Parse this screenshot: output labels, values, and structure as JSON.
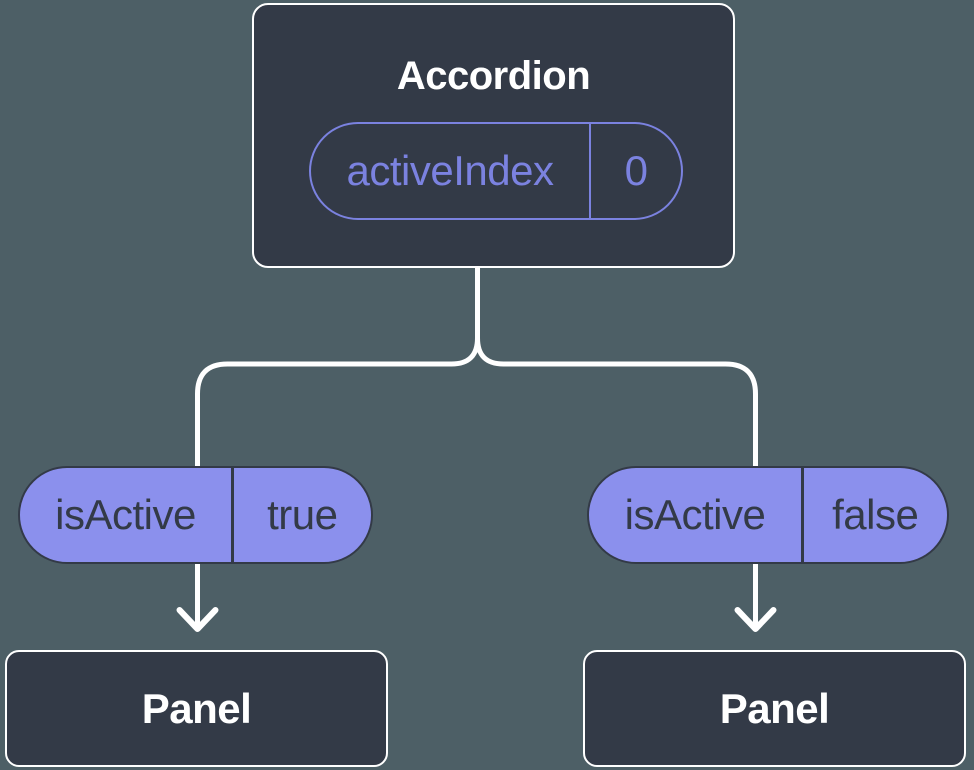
{
  "colors": {
    "background": "#4D5F66",
    "node_dark": "#333A47",
    "node_border": "#FFFFFF",
    "purple_fill": "#8B90ED",
    "purple_outline": "#7B82E0",
    "dark_text": "#333A47",
    "connector": "#FFFFFF"
  },
  "tree": {
    "root": {
      "title": "Accordion",
      "prop": {
        "name": "activeIndex",
        "value": "0"
      }
    },
    "branches": [
      {
        "state": {
          "name": "isActive",
          "value": "true"
        },
        "child": {
          "title": "Panel"
        }
      },
      {
        "state": {
          "name": "isActive",
          "value": "false"
        },
        "child": {
          "title": "Panel"
        }
      }
    ]
  }
}
